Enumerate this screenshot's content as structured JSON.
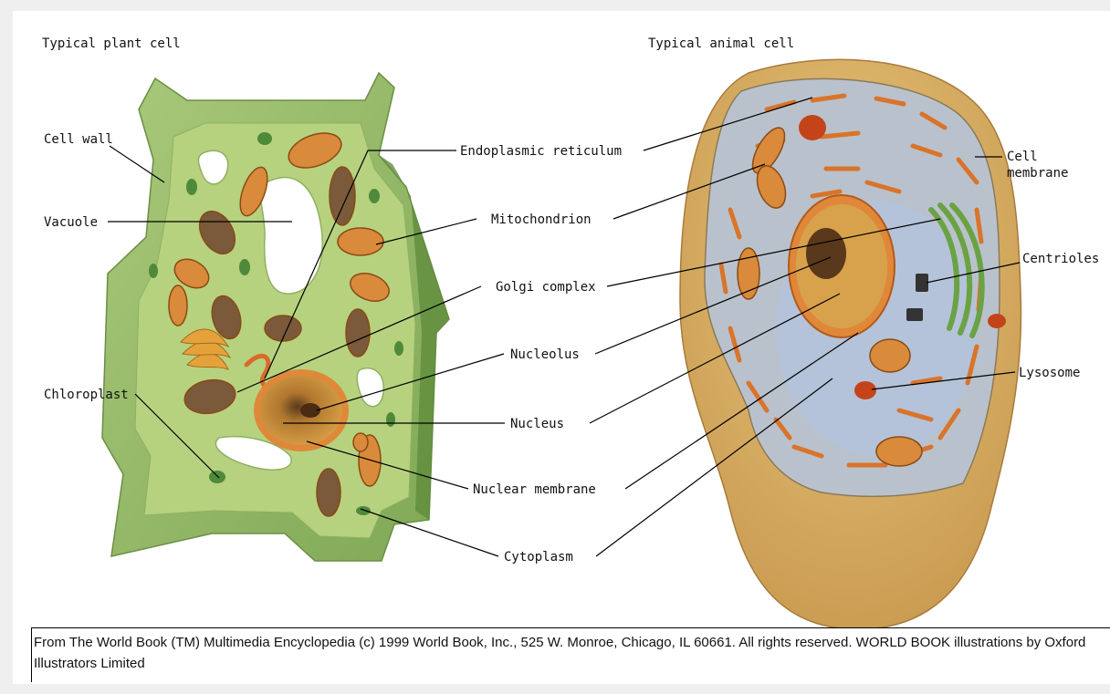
{
  "titles": {
    "plant": "Typical plant cell",
    "animal": "Typical animal cell"
  },
  "labels": {
    "cell_wall": "Cell wall",
    "vacuole": "Vacuole",
    "chloroplast": "Chloroplast",
    "endoplasmic_reticulum": "Endoplasmic reticulum",
    "mitochondrion": "Mitochondrion",
    "golgi_complex": "Golgi complex",
    "nucleolus": "Nucleolus",
    "nucleus": "Nucleus",
    "nuclear_membrane": "Nuclear membrane",
    "cytoplasm": "Cytoplasm",
    "cell_membrane_1": "Cell",
    "cell_membrane_2": "membrane",
    "centrioles": "Centrioles",
    "lysosome": "Lysosome"
  },
  "credit": "From The World Book (TM) Multimedia Encyclopedia (c) 1999 World Book, Inc., 525 W. Monroe, Chicago, IL 60661.  All rights reserved.    WORLD BOOK illustrations by Oxford Illustrators Limited",
  "colors": {
    "plant_wall": "#9cc06e",
    "plant_cytoplasm": "#b4d07e",
    "mitochondria": "#d98a3a",
    "chloroplast": "#4f8a3a",
    "animal_body": "#e0b86e",
    "animal_cytoplasm": "#bfc9d6",
    "lysosome": "#c4441a"
  }
}
